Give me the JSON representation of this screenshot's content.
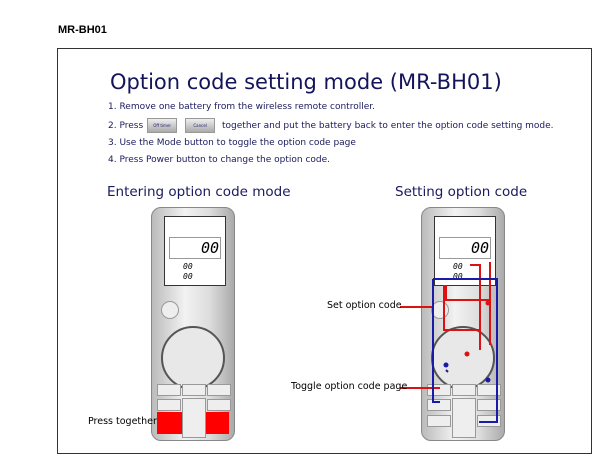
{
  "doc_title": "MR-BH01",
  "slide": {
    "title": "Option code setting mode (MR-BH01)",
    "steps": [
      "1. Remove one battery from the wireless remote controller.",
      "2. Press",
      "together and put the battery back to enter the option code setting mode.",
      "3. Use the  Mode button to toggle the option code page",
      "4. Press Power button to change the option code."
    ],
    "step_buttons": [
      "Off timer",
      "Cancel"
    ],
    "left_heading": "Entering option code mode",
    "right_heading": "Setting option code",
    "display": {
      "main": "00",
      "row1": "00",
      "row2": "00"
    },
    "annotations": {
      "press_together": "Press together",
      "set_option_code": "Set option code",
      "toggle_page": "Toggle option code page"
    },
    "colors": {
      "title": "#14145a",
      "highlight_red": "#ff0000",
      "line_red": "#dd1111",
      "line_blue": "#1a1aa8"
    }
  }
}
